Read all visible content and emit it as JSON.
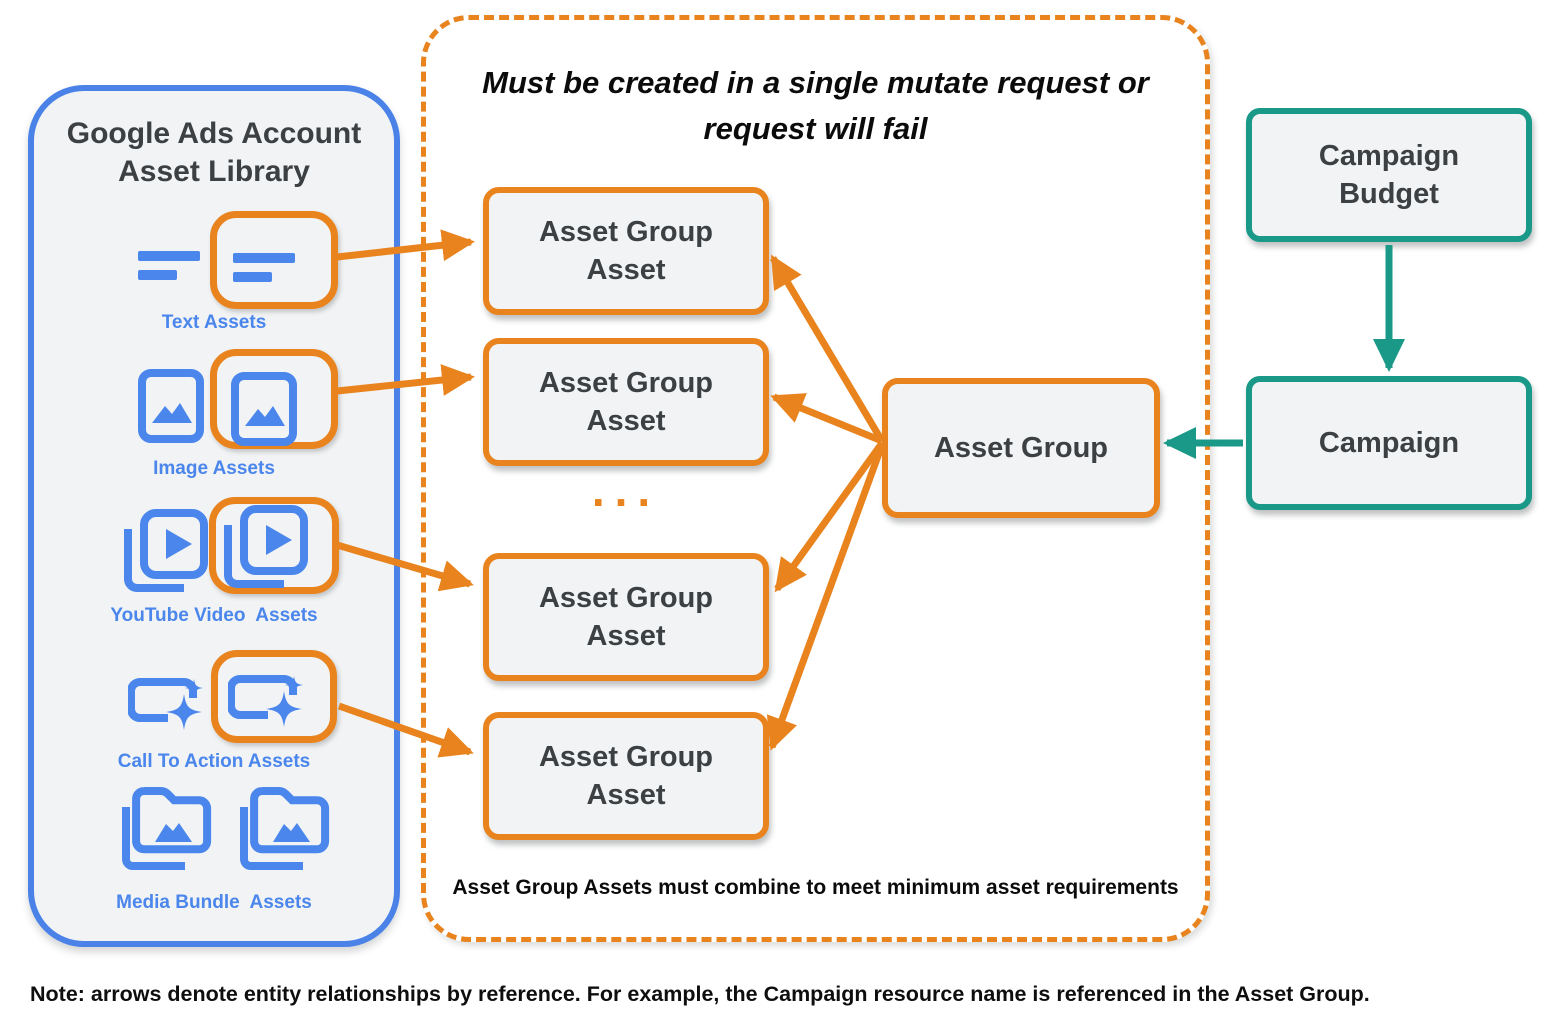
{
  "palette": {
    "blue": "#4a82e8",
    "icon_blue": "#4a86ec",
    "orange": "#E8831D",
    "teal": "#1A9988",
    "box_fill": "#F1F3F4",
    "text_dark": "#3C4043"
  },
  "library": {
    "title": "Google Ads Account Asset Library",
    "items": [
      {
        "label": "Text Assets",
        "icon": "text-asset-icon",
        "highlighted": true
      },
      {
        "label": "Image Assets",
        "icon": "image-asset-icon",
        "highlighted": true
      },
      {
        "label": "YouTube Video  Assets",
        "icon": "youtube-video-asset-icon",
        "highlighted": true
      },
      {
        "label": "Call To Action Assets",
        "icon": "call-to-action-asset-icon",
        "highlighted": true
      },
      {
        "label": "Media Bundle  Assets",
        "icon": "media-bundle-asset-icon",
        "highlighted": false
      }
    ]
  },
  "mutate_group": {
    "title": "Must be created in a single mutate request or request will fail",
    "boxes": [
      "Asset Group Asset",
      "Asset Group Asset",
      "Asset Group Asset",
      "Asset Group Asset"
    ],
    "ellipsis": "...",
    "footnote": "Asset Group Assets must combine to meet minimum asset requirements"
  },
  "asset_group": {
    "label": "Asset Group"
  },
  "campaign_budget": {
    "label": "Campaign Budget"
  },
  "campaign": {
    "label": "Campaign"
  },
  "note": "Note: arrows denote entity relationships by reference. For example, the Campaign resource name is referenced in the Asset Group."
}
